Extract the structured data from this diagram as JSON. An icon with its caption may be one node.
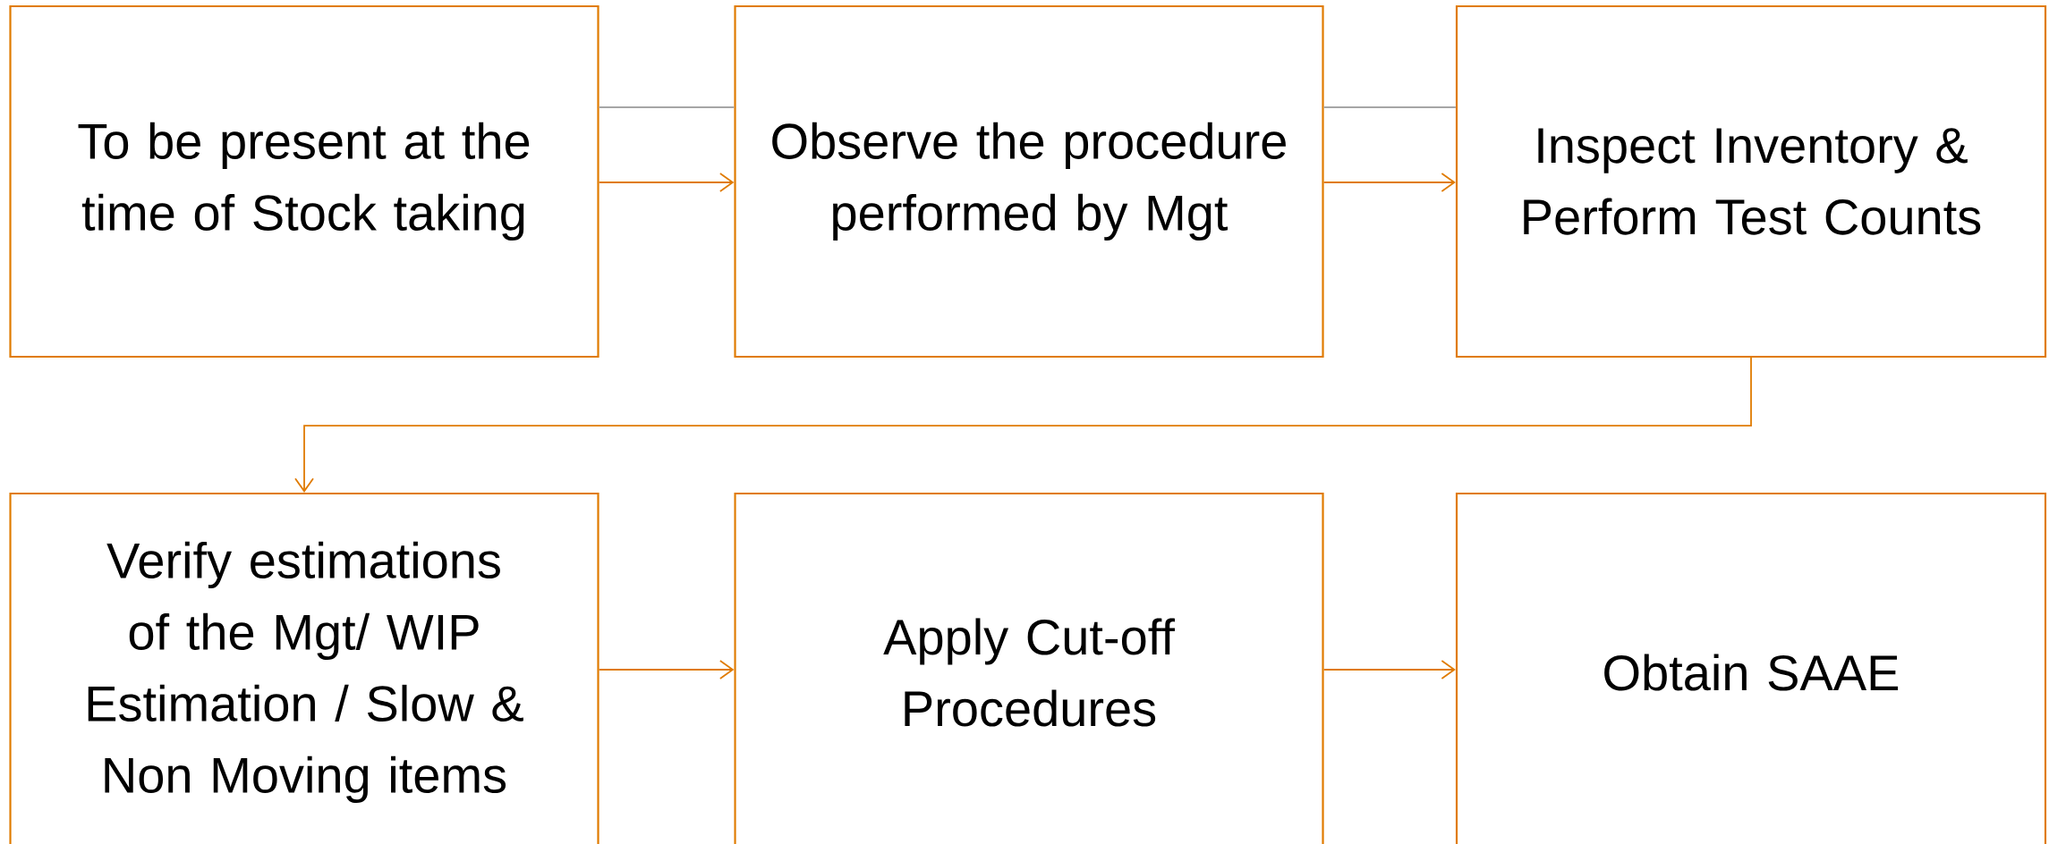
{
  "diagram": {
    "nodes": [
      {
        "text": [
          "To be present at the time of Stock taking"
        ]
      },
      {
        "text": [
          "Observe the procedure performed by Mgt"
        ]
      },
      {
        "text": [
          "Inspect Inventory & Perform Test Counts"
        ]
      },
      {
        "text": [
          "Verify estimations of the Mgt/ WIP Estimation / Slow & Non Moving items"
        ]
      },
      {
        "text": [
          "Apply Cut-off Procedures"
        ]
      },
      {
        "text": [
          "Obtain SAAE"
        ]
      }
    ],
    "edges": [
      {
        "from": 0,
        "to": 1,
        "arrow": "none",
        "color": "#a6a6a6"
      },
      {
        "from": 0,
        "to": 1,
        "arrow": "to"
      },
      {
        "from": 1,
        "to": 2,
        "arrow": "none",
        "color": "#a6a6a6"
      },
      {
        "from": 1,
        "to": 2,
        "arrow": "to"
      },
      {
        "from": 2,
        "to": 3,
        "arrow": "to"
      },
      {
        "from": 3,
        "to": 4,
        "arrow": "to"
      },
      {
        "from": 4,
        "to": 5,
        "arrow": "to"
      }
    ]
  }
}
